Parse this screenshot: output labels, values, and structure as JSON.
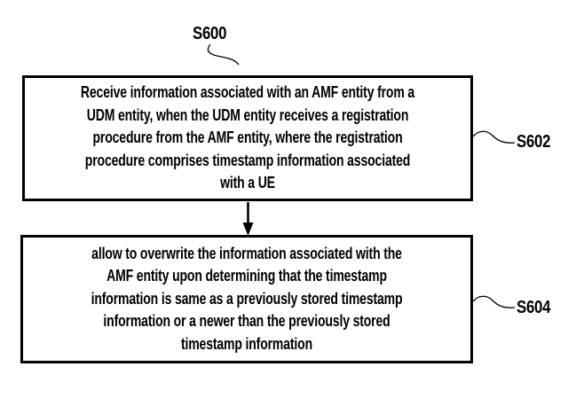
{
  "page": {
    "background_color": "#ffffff",
    "ink_color": "#000000"
  },
  "diagram": {
    "figure_type": "flowchart",
    "start_label": "S600",
    "connector": "down-arrow",
    "steps": [
      {
        "ref": "S602",
        "lines": [
          "Receive information associated with an AMF entity from a",
          "UDM entity, when the UDM entity receives a registration",
          "procedure from the AMF entity, where the registration",
          "procedure comprises timestamp information associated",
          "with a UE"
        ]
      },
      {
        "ref": "S604",
        "lines": [
          "allow to overwrite the information associated with the",
          "AMF entity upon determining that the timestamp",
          "information is same as a previously stored timestamp",
          "information or a newer than the previously stored",
          "timestamp information"
        ]
      }
    ]
  }
}
